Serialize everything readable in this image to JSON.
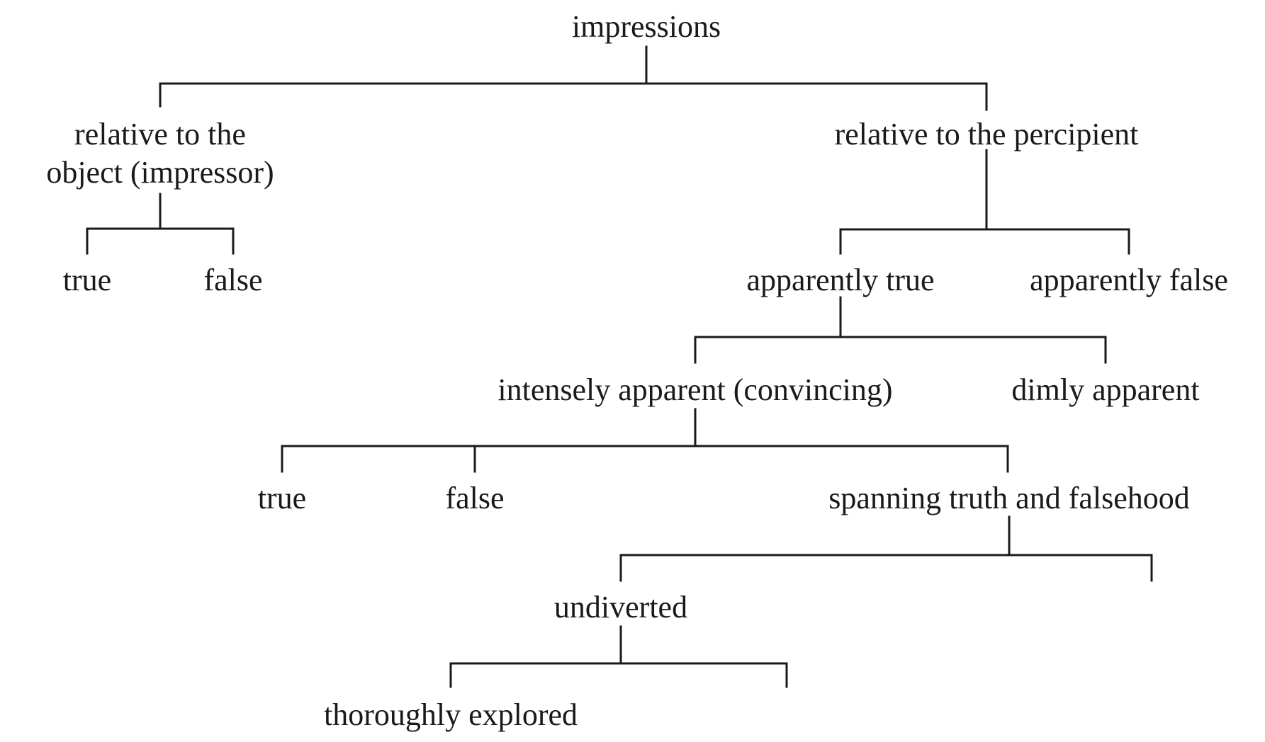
{
  "diagram": {
    "nodes": {
      "impressions": "impressions",
      "relative_object_line1": "relative to the",
      "relative_object_line2": "object (impressor)",
      "relative_percipient": "relative to the percipient",
      "object_true": "true",
      "object_false": "false",
      "apparently_true": "apparently true",
      "apparently_false": "apparently false",
      "intensely_apparent": "intensely apparent (convincing)",
      "dimly_apparent": "dimly apparent",
      "convincing_true": "true",
      "convincing_false": "false",
      "spanning": "spanning truth and falsehood",
      "undiverted": "undiverted",
      "thoroughly_explored": "thoroughly explored"
    },
    "colors": {
      "ink": "#1a1a1a",
      "background": "#ffffff"
    }
  }
}
